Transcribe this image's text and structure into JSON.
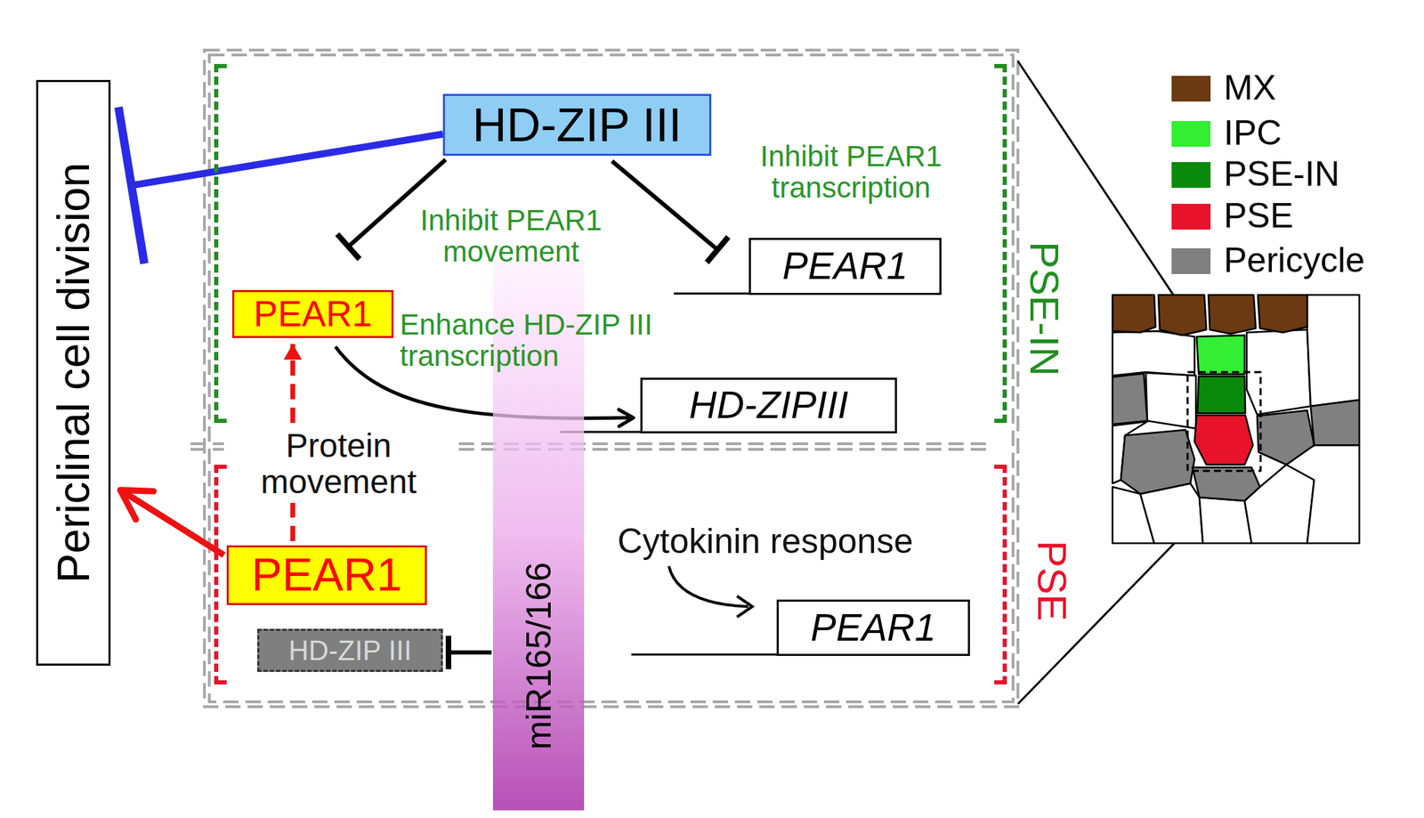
{
  "diagram": {
    "nodes": [
      {
        "text": [
          "Periclinal cell division"
        ]
      },
      {
        "text": [
          "PSE-IN"
        ]
      },
      {
        "text": [
          "HD-ZIP III"
        ],
        "in": 1
      },
      {
        "text": [
          "PEAR1"
        ],
        "in": 1
      },
      {
        "text": [
          "PEAR1"
        ],
        "in": 1
      },
      {
        "text": [
          "HD-ZIPIII"
        ],
        "in": 1
      },
      {
        "text": [
          "PSE"
        ]
      },
      {
        "text": [
          "PEAR1"
        ],
        "in": 6
      },
      {
        "text": [
          "HD-ZIP III"
        ],
        "in": 6
      },
      {
        "text": [
          "PEAR1"
        ],
        "in": 6
      },
      {
        "text": [
          "miR165/166"
        ]
      }
    ],
    "edges": [
      {
        "from": 2,
        "to": 0,
        "arrow": "to"
      },
      {
        "from": 2,
        "to": 4,
        "label": "Inhibit PEAR1 movement",
        "arrow": "to"
      },
      {
        "from": 2,
        "to": 3,
        "label": "Inhibit PEAR1 transcription",
        "arrow": "to"
      },
      {
        "from": 4,
        "to": 5,
        "label": "Enhance HD-ZIP III transcription",
        "arrow": "to"
      },
      {
        "from": 7,
        "to": 4,
        "label": "Protein movement",
        "arrow": "to"
      },
      {
        "from": 7,
        "to": 0,
        "arrow": "to"
      },
      {
        "from": 10,
        "to": 8,
        "arrow": "to"
      }
    ],
    "labels": [
      "Cytokinin response"
    ],
    "legend": [
      {
        "text": "MX",
        "color": "#6b3a12"
      },
      {
        "text": "IPC",
        "color": "#33ee33"
      },
      {
        "text": "PSE-IN",
        "color": "#0a8a0a"
      },
      {
        "text": "PSE",
        "color": "#e8132b"
      },
      {
        "text": "Pericycle",
        "color": "#808080"
      }
    ]
  }
}
